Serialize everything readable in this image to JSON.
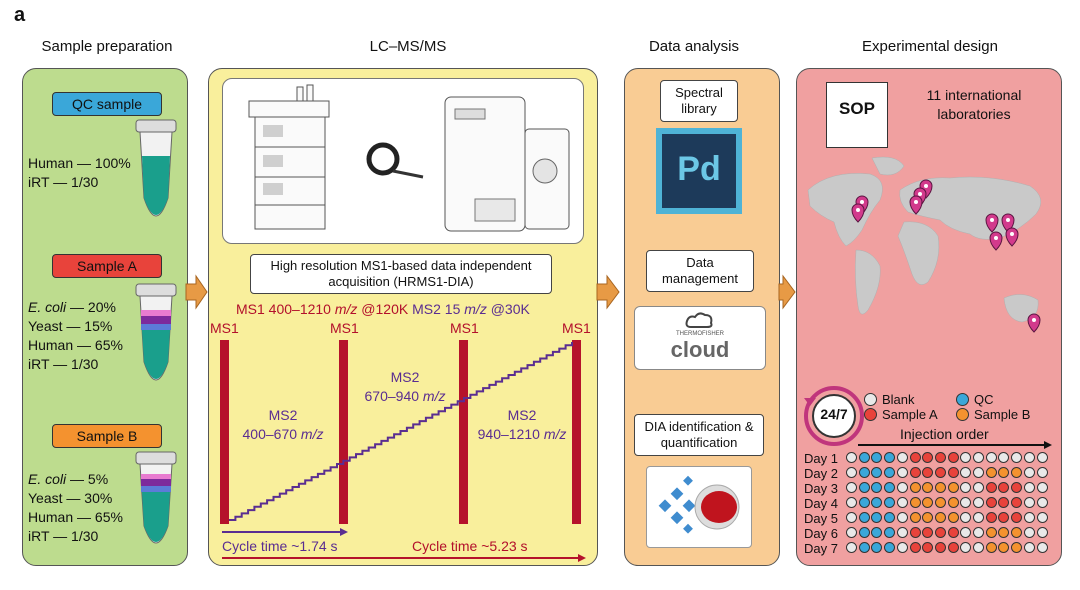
{
  "panel_label": "a",
  "columns": {
    "sample_prep": "Sample preparation",
    "lcms": "LC–MS/MS",
    "data_analysis": "Data analysis",
    "experimental_design": "Experimental design"
  },
  "samples": [
    {
      "name": "QC sample",
      "color": "#3aa7d9",
      "comp": [
        {
          "org": "Human",
          "italic": false,
          "val": " — 100%"
        },
        {
          "org": "iRT",
          "italic": false,
          "val": " — 1/30"
        }
      ]
    },
    {
      "name": "Sample A",
      "color": "#e8433b",
      "comp": [
        {
          "org": "E. coli",
          "italic": true,
          "val": " — 20%"
        },
        {
          "org": "Yeast",
          "italic": false,
          "val": " — 15%"
        },
        {
          "org": "Human",
          "italic": false,
          "val": " — 65%"
        },
        {
          "org": "iRT",
          "italic": false,
          "val": " — 1/30"
        }
      ]
    },
    {
      "name": "Sample B",
      "color": "#f4922f",
      "comp": [
        {
          "org": "E. coli",
          "italic": true,
          "val": " — 5%"
        },
        {
          "org": "Yeast",
          "italic": false,
          "val": " — 30%"
        },
        {
          "org": "Human",
          "italic": false,
          "val": " — 65%"
        },
        {
          "org": "iRT",
          "italic": false,
          "val": " — 1/30"
        }
      ]
    }
  ],
  "lcms": {
    "method_box": "High resolution MS1-based data independent acquisition (HRMS1-DIA)",
    "ms1_prefix": "MS1 400–1210 ",
    "mz": "m/z",
    "ms1_suffix": " @120K",
    "ms2_prefix": " MS2 15 ",
    "ms2_suffix": " @30K",
    "ms1_labels": [
      "MS1",
      "MS1",
      "MS1",
      "MS1"
    ],
    "ms2_windows": [
      {
        "title": "MS2",
        "range": "400–670 "
      },
      {
        "title": "MS2",
        "range": "670–940 "
      },
      {
        "title": "MS2",
        "range": "940–1210 "
      }
    ],
    "cycle_short": "Cycle time ~1.74 s",
    "cycle_long": "Cycle time ~5.23 s"
  },
  "analysis": {
    "spectral_library": "Spectral library",
    "pd_logo": "Pd",
    "data_management": "Data management",
    "cloud_brand": "THERMOFISHER",
    "cloud_word": "cloud",
    "dia": "DIA identification & quantification"
  },
  "design": {
    "sop": "SOP",
    "labs": "11 international laboratories",
    "badge": "24/7",
    "legend": [
      {
        "label": "Blank",
        "color": "#e9e9e9"
      },
      {
        "label": "QC",
        "color": "#3aa7d9"
      },
      {
        "label": "Sample A",
        "color": "#e8433b"
      },
      {
        "label": "Sample B",
        "color": "#f4922f"
      }
    ],
    "injection_order": "Injection order",
    "days": [
      {
        "label": "Day 1",
        "seq": "BQQQBAAAABBBBBBB"
      },
      {
        "label": "Day 2",
        "seq": "BQQQBAAAABBSSSBB"
      },
      {
        "label": "Day 3",
        "seq": "BQQQBSSSSBBAAABB"
      },
      {
        "label": "Day 4",
        "seq": "BQQQBSSSSBBAAABB"
      },
      {
        "label": "Day 5",
        "seq": "BQQQBSSSSBBAAABB"
      },
      {
        "label": "Day 6",
        "seq": "BQQQBAAAABBSSSBB"
      },
      {
        "label": "Day 7",
        "seq": "BQQQBAAAABBSSSBB"
      }
    ]
  }
}
